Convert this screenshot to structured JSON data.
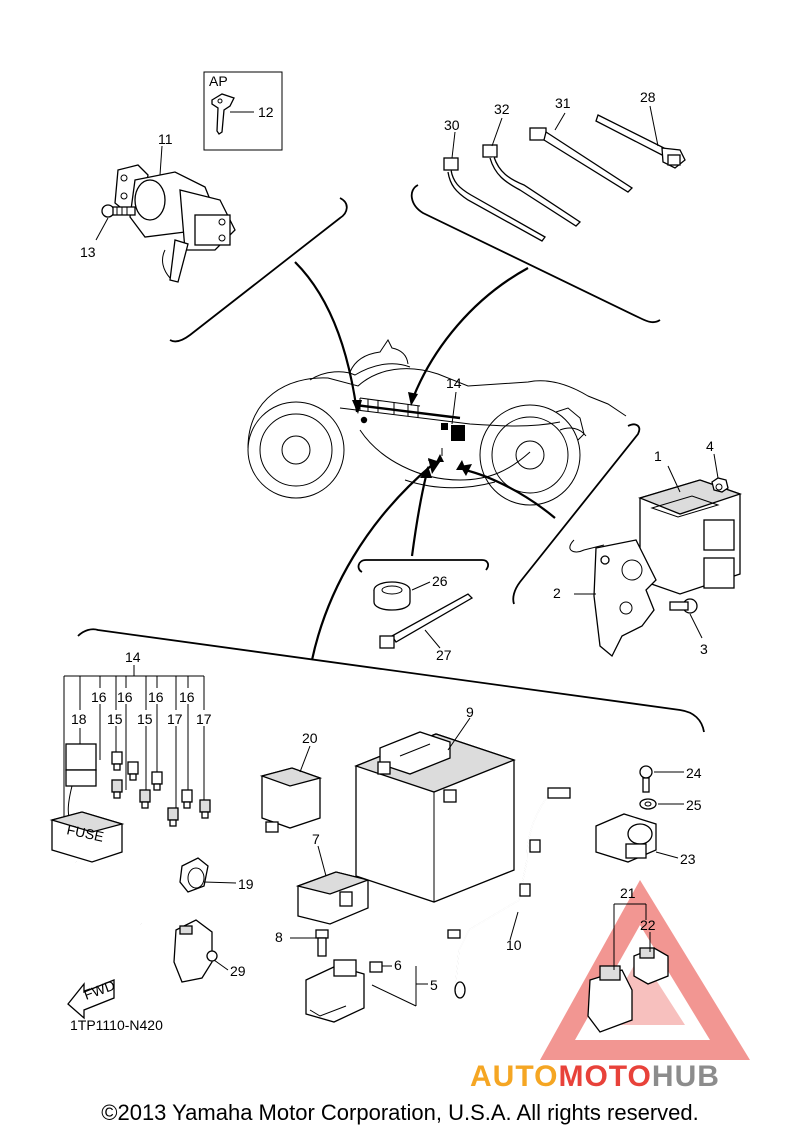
{
  "diagram": {
    "box_label": "AP",
    "drawing_code": "1TP1110-N420",
    "fwd_label": "FWD",
    "fuse_label": "FUSE",
    "parts": {
      "p1": "1",
      "p2": "2",
      "p3": "3",
      "p4": "4",
      "p5": "5",
      "p6": "6",
      "p7": "7",
      "p8": "8",
      "p9": "9",
      "p10": "10",
      "p11": "11",
      "p12": "12",
      "p13": "13",
      "p14_top": "14",
      "p14_group": "14",
      "p15_a": "15",
      "p15_b": "15",
      "p16_a": "16",
      "p16_b": "16",
      "p16_c": "16",
      "p16_d": "16",
      "p17_a": "17",
      "p17_b": "17",
      "p18": "18",
      "p19": "19",
      "p20": "20",
      "p21": "21",
      "p22": "22",
      "p23": "23",
      "p24": "24",
      "p25": "25",
      "p26": "26",
      "p27": "27",
      "p28": "28",
      "p29": "29",
      "p30": "30",
      "p31": "31",
      "p32": "32"
    }
  },
  "watermark": {
    "name": "AUTOMOTOHUB",
    "part1": "AUTO",
    "part2": "MOTO",
    "part3": "HUB",
    "colors": {
      "orange": "#f5a623",
      "red": "#e8423a",
      "gray": "#8c8c8c"
    }
  },
  "footer": {
    "copyright": "©2013 Yamaha Motor Corporation, U.S.A. All rights reserved."
  }
}
